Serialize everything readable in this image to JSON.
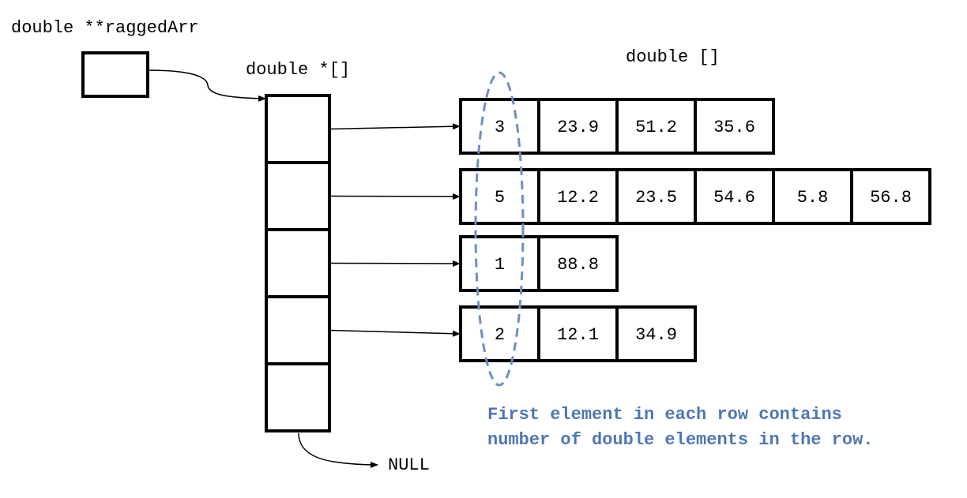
{
  "pointer_variable_label": "double **raggedArr",
  "pointer_array_label": "double *[]",
  "row_array_label": "double []",
  "null_label": "NULL",
  "rows": [
    [
      "3",
      "23.9",
      "51.2",
      "35.6"
    ],
    [
      "5",
      "12.2",
      "23.5",
      "54.6",
      "5.8",
      "56.8"
    ],
    [
      "1",
      "88.8"
    ],
    [
      "2",
      "12.1",
      "34.9"
    ]
  ],
  "pointer_slot_count": 5,
  "note_lines": [
    "First element in each row contains",
    "number of double elements in the row."
  ],
  "colors": {
    "ink": "#000000",
    "highlight": "#6d8fc4",
    "note": "#4f76b5"
  }
}
